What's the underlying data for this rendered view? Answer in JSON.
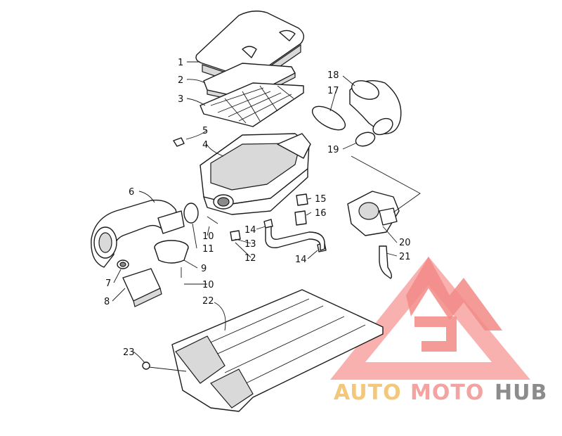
{
  "callouts": [
    "1",
    "2",
    "3",
    "4",
    "5",
    "6",
    "7",
    "8",
    "9",
    "10",
    "11",
    "12",
    "13",
    "14",
    "15",
    "16",
    "17",
    "18",
    "19",
    "20",
    "21",
    "22",
    "23"
  ],
  "labels": {
    "c1": "1",
    "c2": "2",
    "c3": "3",
    "c4": "4",
    "c5": "5",
    "c6": "6",
    "c7": "7",
    "c8": "8",
    "c9": "9",
    "c10a": "10",
    "c10b": "10",
    "c11": "11",
    "c12": "12",
    "c13": "13",
    "c14a": "14",
    "c14b": "14",
    "c15": "15",
    "c16": "16",
    "c17": "17",
    "c18": "18",
    "c19": "19",
    "c20": "20",
    "c21": "21",
    "c22": "22",
    "c23": "23"
  },
  "watermark": {
    "text_auto": "AUTO",
    "text_moto": "MOTO",
    "text_hub": "HUB",
    "color_auto": "#f4c87a",
    "color_moto": "#f4a3a0",
    "color_hub": "#8c8c8c",
    "logo_color": "#f28a86"
  }
}
